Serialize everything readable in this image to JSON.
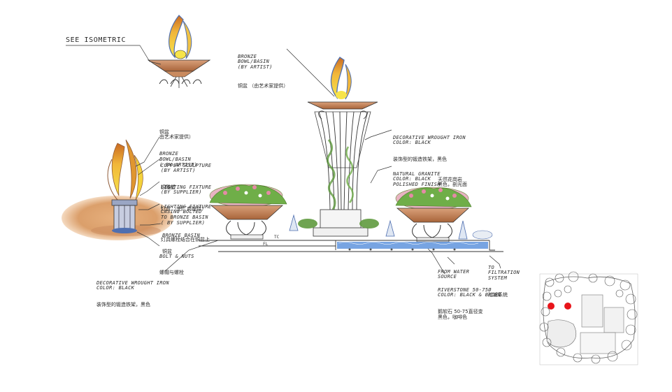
{
  "labels": {
    "see_isometric": "SEE ISOMETRIC",
    "bronze_bowl_top": {
      "en": "BRONZE\nBOWL/BASIN\n(BY ARTIST)",
      "zh": "铜盆 （由艺术家提供）"
    },
    "bronze_bowl_left": {
      "zh_top": "铜盆\n由艺术家提供）",
      "en": "BRONZE\nBOWL/BASIN\n( BY ARTIST)"
    },
    "copper_sculpture": {
      "en": "COPPER SCULPTURE\n(BY ARTIST)",
      "zh": "铜雕塑"
    },
    "lighting_fixture": {
      "en": "LIGHTING FIXTURE\n(BY SUPPLIER)",
      "zh": "灯具 （由厂商提供）"
    },
    "lighting_casing": {
      "en": "LIGHTING FIXTURE\nCASING BOLTED\nTO BRONZE BASIN\n( BY SUPPLIER)",
      "zh": "灯具螺栓结合在铜盆上"
    },
    "bronze_basin": {
      "en": "BRONZE BASIN",
      "zh": "铜盆"
    },
    "bolt_nuts": {
      "en": "BOLT & NUTS",
      "zh": "螺帽与螺栓"
    },
    "iron_bottom": {
      "en": "DECORATIVE WROUGHT IRON\nCOLOR: BLACK",
      "zh": "装饰型的锻造铁架，黑色"
    },
    "iron_right": {
      "en": "DECORATIVE WROUGHT IRON\nCOLOR: BLACK",
      "zh": "装饰型的锻造铁架，黑色"
    },
    "granite": {
      "en": "NATURAL GRANITE\nCOLOR: BLACK\nPOLISHED FINISH",
      "zh": "天然花岗岩\n黑色，剖光面"
    },
    "filtration": {
      "en": "TO\nFILTRATION\nSYSTEM",
      "zh": "过滤系统"
    },
    "water_source": {
      "en": "FROM WATER\nSOURCE"
    },
    "riverstone": {
      "en": "RIVERSTONE 50-75Ø\nCOLOR: BLACK & BROWN",
      "zh": "鹅软石 50-75直径变\n黑色，咖啡色"
    },
    "tc": "TC",
    "fl": "FL"
  },
  "colors": {
    "ink": "#3a3a3a",
    "bronze": "#c98a5e",
    "bronze_dark": "#8f5a37",
    "flame_yellow": "#f4d23a",
    "flame_orange": "#e0962f",
    "flame_blue": "#4f6fb0",
    "ground_glow": "#d99a63",
    "water": "#4a86d8",
    "foliage": "#5f9a3e",
    "flower_pink": "#e58aa6",
    "marker_red": "#e8141a"
  },
  "key_plan": {
    "markers": 2
  }
}
